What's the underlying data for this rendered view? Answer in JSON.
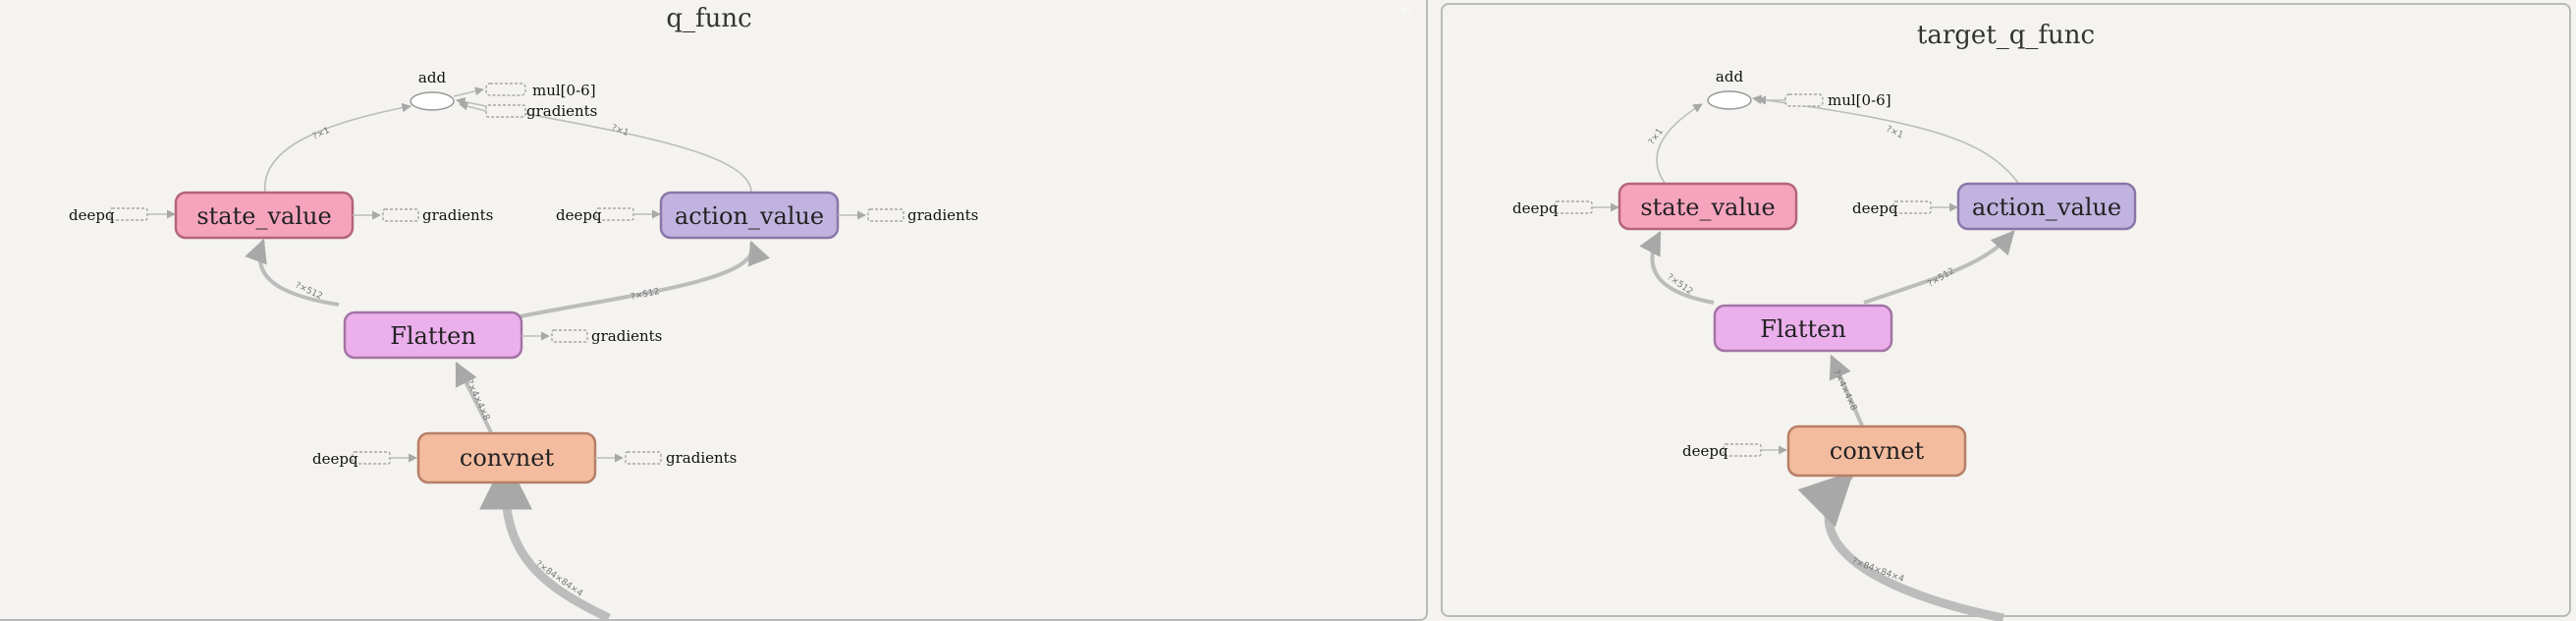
{
  "panels": [
    {
      "title": "q_func",
      "add_label": "add",
      "mul_label": "mul[0-6]",
      "nodes": {
        "state_value": "state_value",
        "action_value": "action_value",
        "flatten": "Flatten",
        "convnet": "convnet"
      },
      "deepq_label": "deepq",
      "gradients_label": "gradients",
      "edge_labels": {
        "sv_add": "?×1",
        "av_add": "?×1",
        "fl_sv": "?×512",
        "fl_av": "?×512",
        "cv_fl": "?×4×4×8",
        "in_cv": "?×84×84×4"
      }
    },
    {
      "title": "target_q_func",
      "add_label": "add",
      "mul_label": "mul[0-6]",
      "nodes": {
        "state_value": "state_value",
        "action_value": "action_value",
        "flatten": "Flatten",
        "convnet": "convnet"
      },
      "deepq_label": "deepq",
      "edge_labels": {
        "sv_add": "?×1",
        "av_add": "?×1",
        "fl_sv": "?×512",
        "fl_av": "?×512",
        "cv_fl": "?×4×4×8",
        "in_cv": "?×84×84×4"
      }
    }
  ],
  "colors": {
    "state_value_fill": "#f6a4bd",
    "state_value_stroke": "#b36579",
    "action_value_fill": "#c1b3df",
    "action_value_stroke": "#8a77a8",
    "flatten_fill": "#ebb0ec",
    "flatten_stroke": "#a374a5",
    "convnet_fill": "#f4bc9f",
    "convnet_stroke": "#b67f66",
    "edge": "#bcbcbc",
    "background": "#f4f3ef"
  }
}
